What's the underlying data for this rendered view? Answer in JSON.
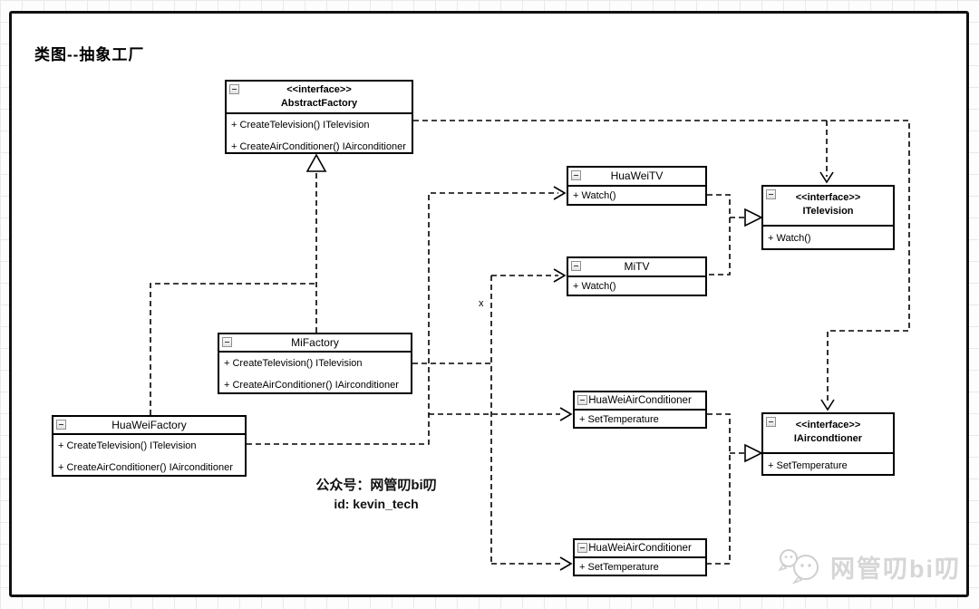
{
  "title": "类图--抽象工厂",
  "classes": {
    "abstract_factory": {
      "stereotype": "<<interface>>",
      "name": "AbstractFactory",
      "methods": [
        "+ CreateTelevision() ITelevision",
        "+ CreateAirConditioner() IAirconditioner"
      ]
    },
    "huawei_tv": {
      "name": "HuaWeiTV",
      "methods": [
        "+ Watch()"
      ]
    },
    "mi_tv": {
      "name": "MiTV",
      "methods": [
        "+ Watch()"
      ]
    },
    "itelevision": {
      "stereotype": "<<interface>>",
      "name": "ITelevision",
      "methods": [
        "+ Watch()"
      ]
    },
    "mi_factory": {
      "name": "MiFactory",
      "methods": [
        "+ CreateTelevision() ITelevision",
        "+ CreateAirConditioner() IAirconditioner"
      ]
    },
    "huawei_factory": {
      "name": "HuaWeiFactory",
      "methods": [
        "+ CreateTelevision() ITelevision",
        "+ CreateAirConditioner() IAirconditioner"
      ]
    },
    "huawei_ac_top": {
      "name": "HuaWeiAirConditioner",
      "methods": [
        "+ SetTemperature"
      ]
    },
    "iaircondtioner": {
      "stereotype": "<<interface>>",
      "name": "IAircondtioner",
      "methods": [
        "+ SetTemperature"
      ]
    },
    "huawei_ac_bottom": {
      "name": "HuaWeiAirConditioner",
      "methods": [
        "+ SetTemperature"
      ]
    }
  },
  "edge_labels": {
    "x_label": "x"
  },
  "watermark": {
    "line1": "公众号：网管叨bi叨",
    "line2": "id: kevin_tech"
  },
  "brand": {
    "text": "网管叨bi叨",
    "icon": "wechat-chat-bubbles-icon"
  },
  "colors": {
    "line": "#000000",
    "canvas_bg": "#ffffff",
    "grid_line": "#e9e9e9",
    "brand_gray": "#d6d6d6"
  }
}
